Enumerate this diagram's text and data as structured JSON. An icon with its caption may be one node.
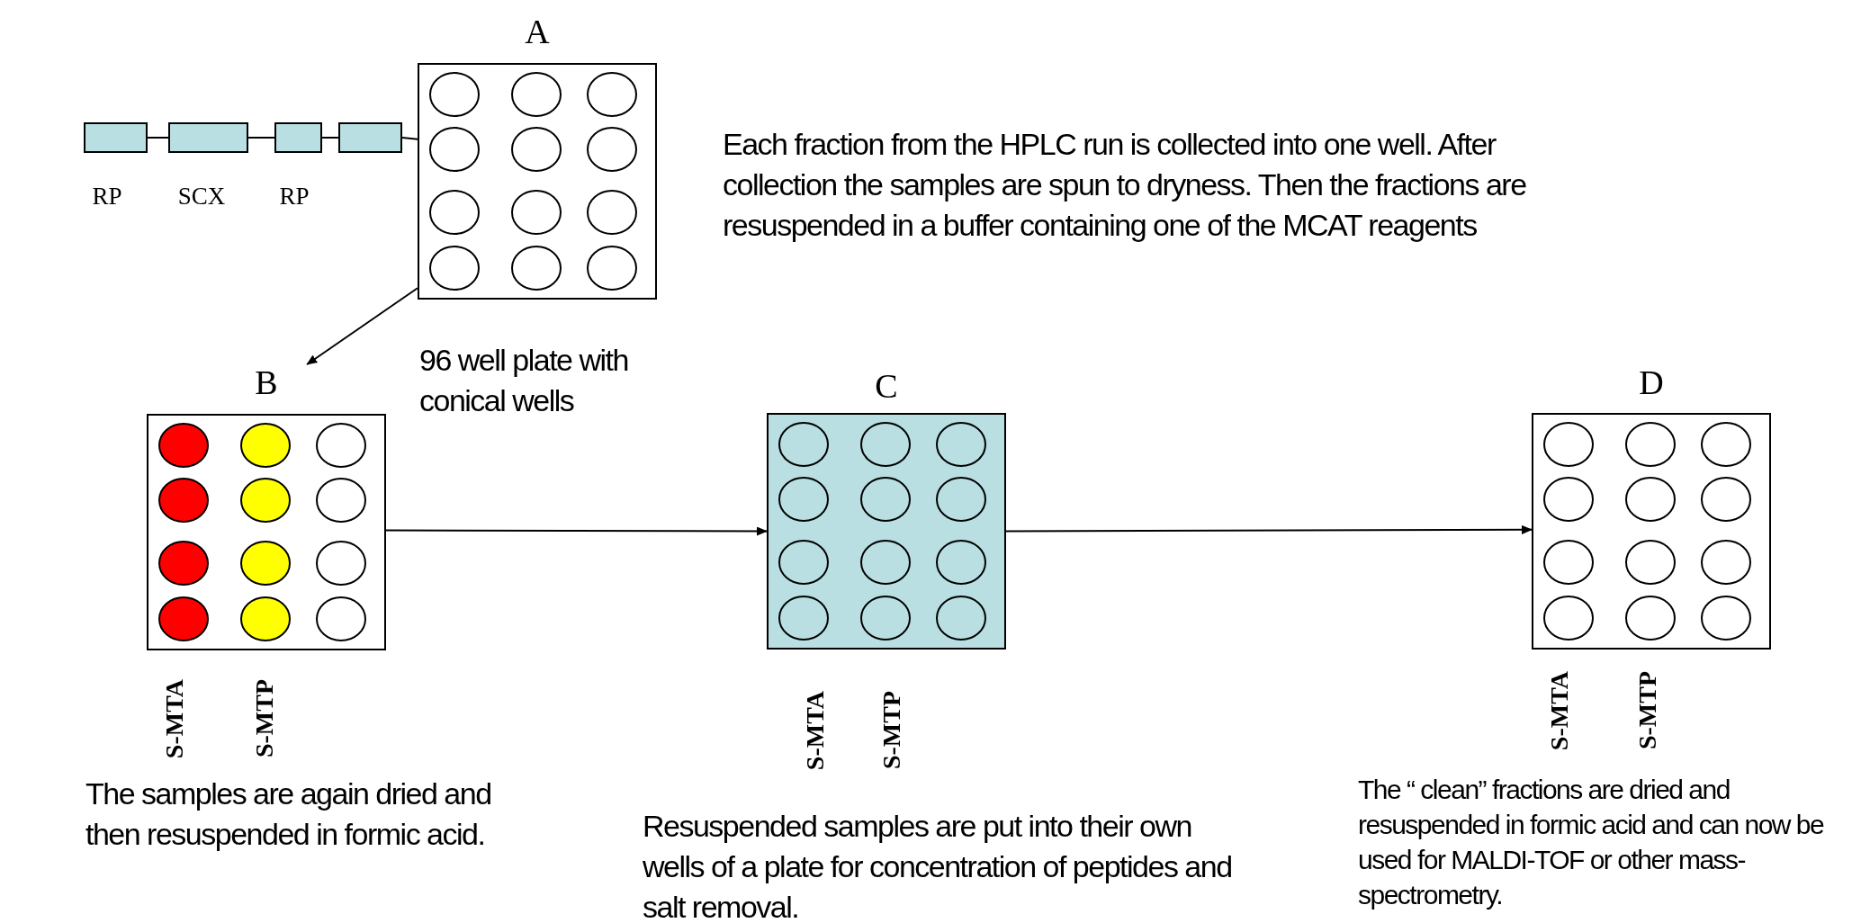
{
  "diagram": {
    "nodes": [
      {
        "text": [],
        "shape": "box",
        "beside": [
          "RP"
        ]
      },
      {
        "text": [],
        "shape": "box",
        "beside": [
          "SCX"
        ]
      },
      {
        "text": [],
        "shape": "box",
        "beside": [
          "RP"
        ]
      },
      {
        "text": [],
        "shape": "box"
      },
      {
        "text": [
          "A"
        ],
        "beside": [
          "96 well plate with conical wells"
        ]
      },
      {
        "text": [
          "B"
        ],
        "beside": [
          "S-MTA",
          "S-MTP"
        ]
      },
      {
        "text": [
          "C"
        ],
        "beside": [
          "S-MTA",
          "S-MTP"
        ]
      },
      {
        "text": [
          "D"
        ],
        "beside": [
          "S-MTA",
          "S-MTP"
        ]
      }
    ],
    "edges": [
      {
        "from": 0,
        "to": 1,
        "arrow": "none"
      },
      {
        "from": 1,
        "to": 2,
        "arrow": "none"
      },
      {
        "from": 2,
        "to": 3,
        "arrow": "none"
      },
      {
        "from": 3,
        "to": 4,
        "arrow": "none"
      },
      {
        "from": 4,
        "to": 5,
        "arrow": "to"
      },
      {
        "from": 5,
        "to": 6,
        "arrow": "to"
      },
      {
        "from": 6,
        "to": 7,
        "arrow": "to"
      }
    ],
    "labels": [
      "Each fraction from the HPLC run is collected into one well. After collection the samples are spun to dryness. Then the fractions are resuspended in a buffer containing one of the MCAT reagents",
      "The samples are again dried and then resuspended in formic acid.",
      "Resuspended samples are put into their own wells of a plate for concentration of peptides and salt removal.",
      "The “ clean” fractions are dried and resuspended in formic acid and can now be used for MALDI-TOF or other mass-spectrometry."
    ]
  }
}
